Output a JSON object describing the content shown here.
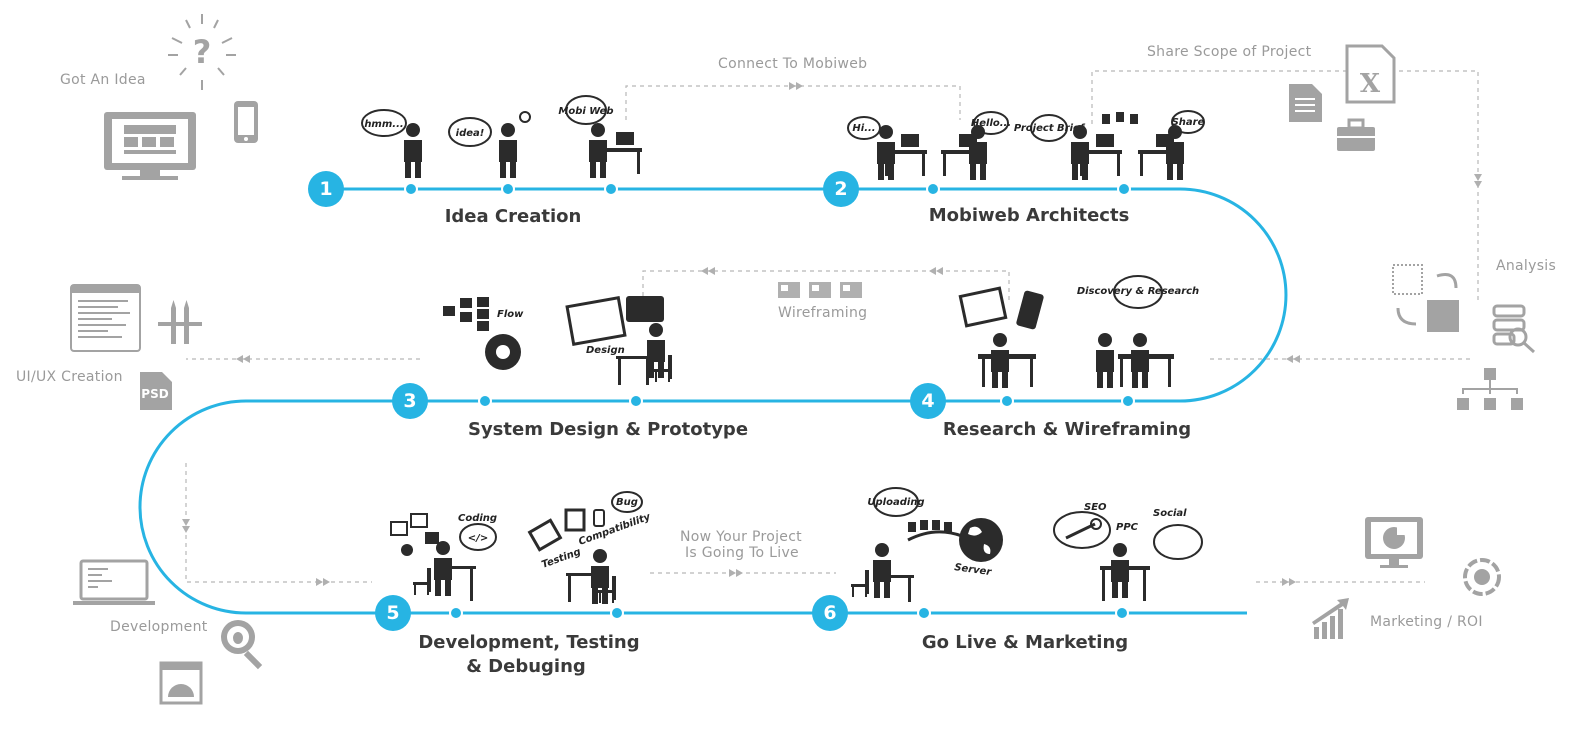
{
  "colors": {
    "accent": "#27b4e3",
    "icon_dark": "#2b2b2b",
    "icon_gray": "#a3a3a3",
    "dashed": "#b8b8b8",
    "label_gray": "#9a9a9a",
    "title_dark": "#3a3a3a"
  },
  "stages": [
    {
      "number": "1",
      "title": "Idea Creation"
    },
    {
      "number": "2",
      "title": "Mobiweb Architects"
    },
    {
      "number": "3",
      "title": "System Design & Prototype"
    },
    {
      "number": "4",
      "title": "Research & Wireframing"
    },
    {
      "number": "5",
      "title_line1": "Development, Testing",
      "title_line2": "& Debuging"
    },
    {
      "number": "6",
      "title": "Go Live & Marketing"
    }
  ],
  "side_labels": {
    "got_idea": "Got An Idea",
    "connect": "Connect To Mobiweb",
    "share_scope": "Share Scope of Project",
    "analysis": "Analysis",
    "wireframing": "Wireframing",
    "uiux": "UI/UX Creation",
    "go_live_line1": "Now Your Project",
    "go_live_line2": "Is Going To Live",
    "development": "Development",
    "marketing": "Marketing / ROI"
  },
  "bubbles": {
    "hmm": "hmm...",
    "idea": "idea!",
    "mobi_web": "Mobi Web",
    "hi": "Hi...",
    "hello": "Hello...",
    "project_brief": "Project Brief",
    "share": "Share",
    "discovery": "Discovery & Research",
    "flow": "Flow",
    "design": "Design",
    "coding": "Coding",
    "code_tag": "</>",
    "bug": "Bug",
    "testing": "Testing",
    "compatibility": "Compatibility",
    "uploading": "Uploading",
    "server": "Server",
    "seo": "SEO",
    "ppc": "PPC",
    "social": "Social",
    "psd": "PSD",
    "x": "X",
    "question": "?"
  },
  "icons": [
    "lightbulb-question-icon",
    "monitor-icon",
    "phone-icon",
    "excel-file-icon",
    "document-icon",
    "briefcase-icon",
    "analysis-flow-icon",
    "search-database-icon",
    "hierarchy-icon",
    "wireframe-document-icon",
    "design-tools-icon",
    "psd-file-icon",
    "laptop-code-icon",
    "bug-search-icon",
    "gauge-window-icon",
    "pie-chart-monitor-icon",
    "growth-chart-icon",
    "social-globe-icon",
    "gear-flow-icon",
    "globe-server-icon"
  ]
}
